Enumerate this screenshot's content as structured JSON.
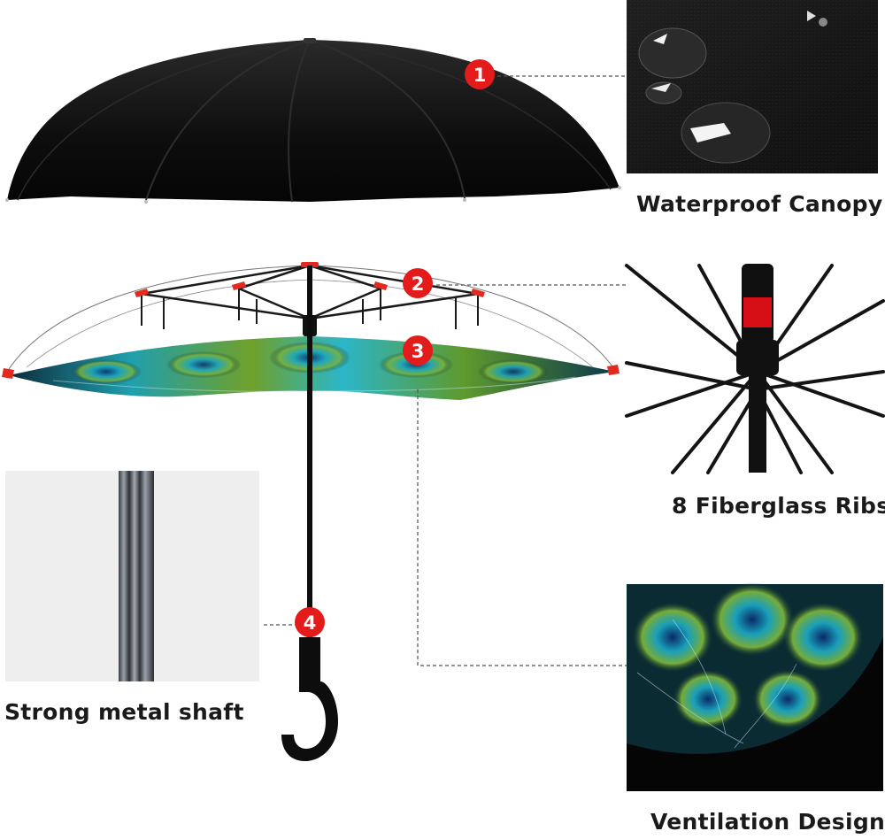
{
  "features": [
    {
      "marker": "1",
      "caption": "Waterproof Canopy",
      "icon": "water-droplets-icon"
    },
    {
      "marker": "2",
      "caption": "8 Fiberglass Ribs",
      "icon": "ribs-icon"
    },
    {
      "marker": "3",
      "caption": "Ventilation Design",
      "icon": "peacock-pattern-icon"
    },
    {
      "marker": "4",
      "caption": "Strong metal shaft",
      "icon": "shaft-icon"
    }
  ],
  "colors": {
    "marker_red": "#e31b1b",
    "canopy_black": "#111111",
    "peacock_teal": "#1f9fae",
    "peacock_green": "#6fa02a",
    "handle_black": "#0d0d0d",
    "rib_tip_red": "#e22a1f"
  }
}
